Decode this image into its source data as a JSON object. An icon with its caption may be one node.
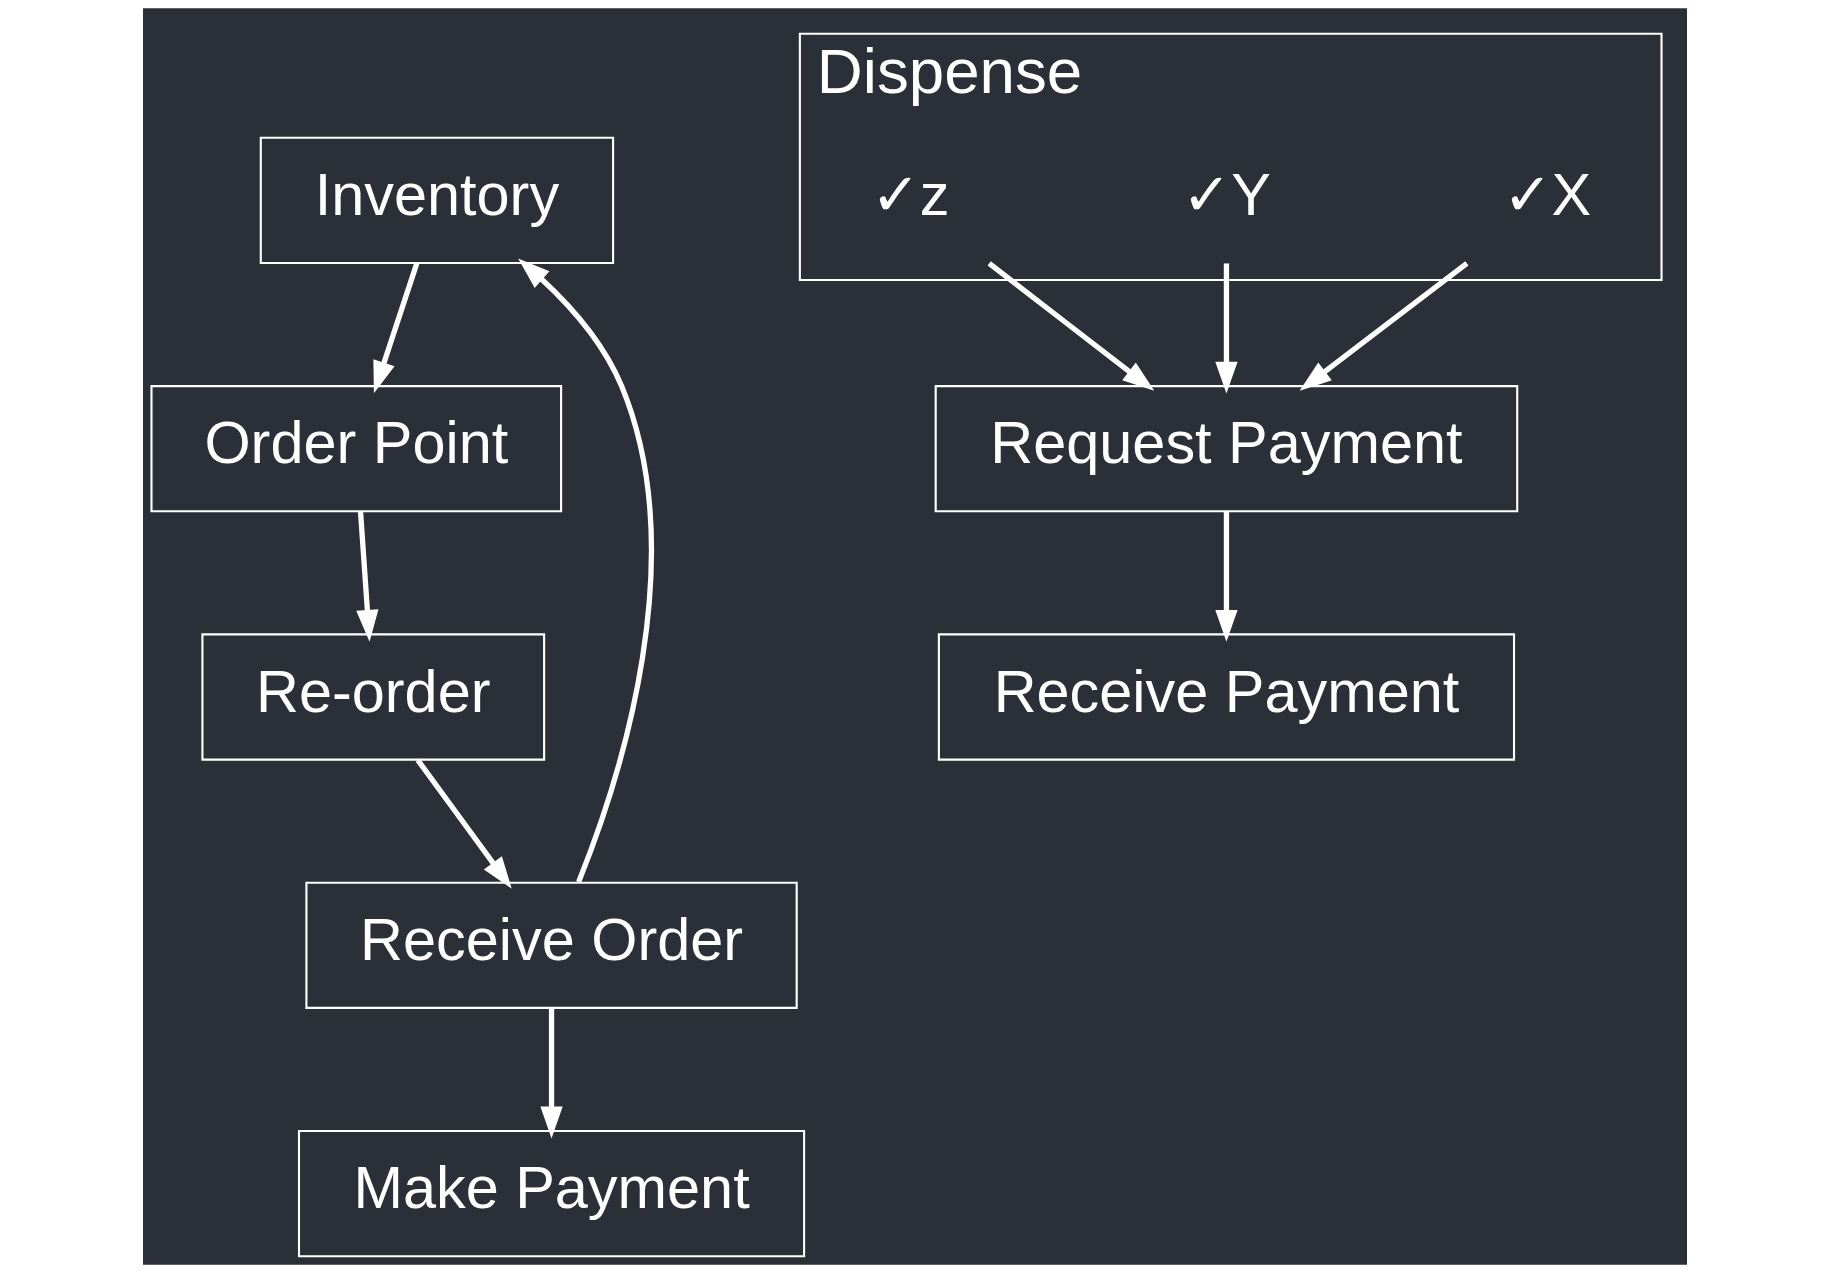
{
  "diagram": {
    "nodes": [
      {
        "text": [
          "Inventory"
        ]
      },
      {
        "text": [
          "Receive Order"
        ]
      },
      {
        "text": [
          "Dispense"
        ]
      },
      {
        "text": [
          "✓X"
        ],
        "in": 2
      },
      {
        "text": [
          "✓Y"
        ],
        "in": 2
      },
      {
        "text": [
          "✓z"
        ],
        "in": 2
      },
      {
        "text": [
          "Request Payment"
        ]
      },
      {
        "text": [
          "Re-order"
        ]
      },
      {
        "text": [
          "Order Point"
        ]
      },
      {
        "text": [
          "Make Payment"
        ]
      },
      {
        "text": [
          "Receive Payment"
        ]
      }
    ],
    "edges": [
      {
        "from": 1,
        "to": 0,
        "arrow": "to"
      },
      {
        "from": 0,
        "to": 8,
        "arrow": "to"
      },
      {
        "from": 8,
        "to": 7,
        "arrow": "to"
      },
      {
        "from": 7,
        "to": 1,
        "arrow": "to"
      },
      {
        "from": 1,
        "to": 9,
        "arrow": "to"
      },
      {
        "from": 3,
        "to": 6,
        "arrow": "to"
      },
      {
        "from": 4,
        "to": 6,
        "arrow": "to"
      },
      {
        "from": 5,
        "to": 6,
        "arrow": "to"
      },
      {
        "from": 6,
        "to": 10,
        "arrow": "to"
      }
    ]
  }
}
